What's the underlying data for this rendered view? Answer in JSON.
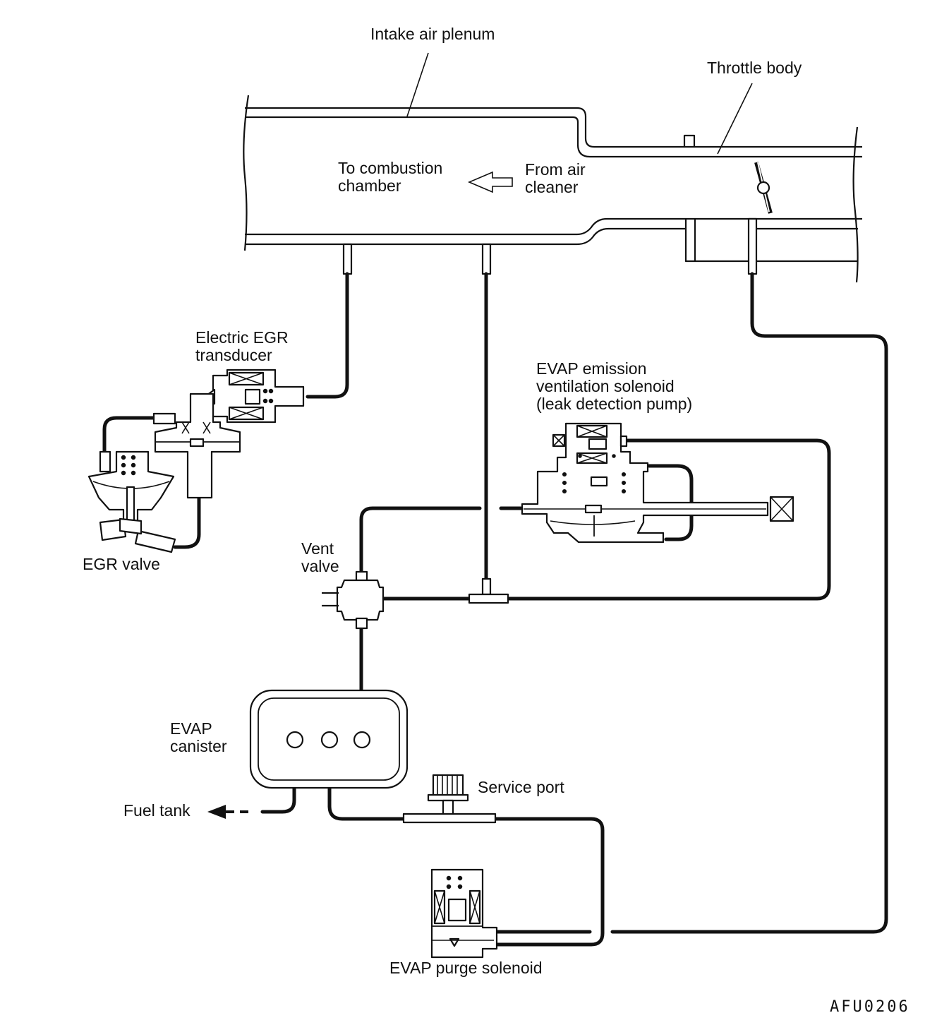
{
  "labels": {
    "intake_air_plenum": "Intake air plenum",
    "throttle_body": "Throttle body",
    "to_combustion_chamber": "To combustion\nchamber",
    "from_air_cleaner": "From air\ncleaner",
    "electric_egr_transducer": "Electric EGR\ntransducer",
    "egr_valve": "EGR valve",
    "evap_ventilation_solenoid": "EVAP emission\nventilation solenoid\n(leak detection pump)",
    "vent_valve": "Vent\nvalve",
    "evap_canister": "EVAP\ncanister",
    "service_port": "Service port",
    "fuel_tank": "Fuel tank",
    "evap_purge_solenoid": "EVAP purge solenoid"
  },
  "figure_code": "AFU0206"
}
